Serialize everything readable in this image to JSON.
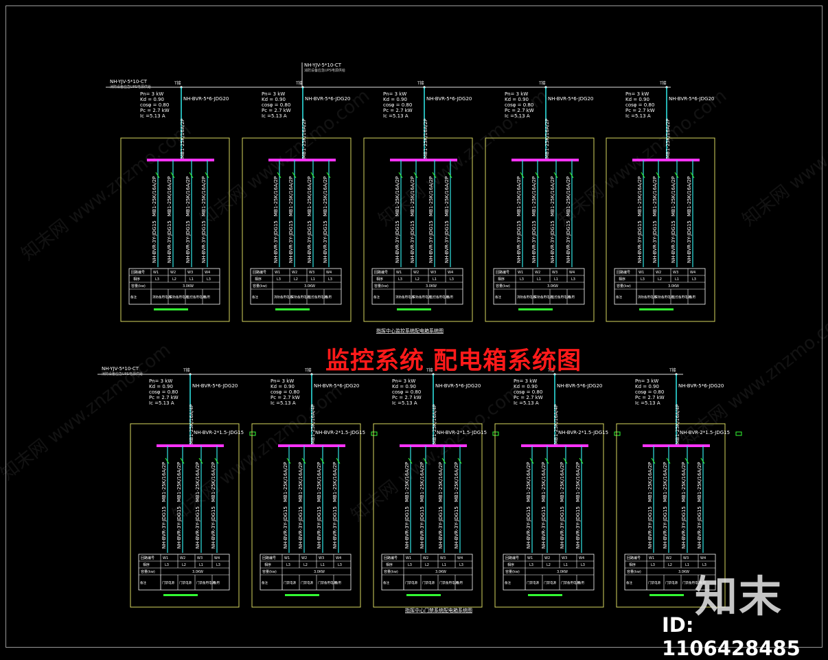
{
  "diagram": {
    "title": "监控系统 配电箱系统图",
    "brand": "知末",
    "id_text": "ID: 1106428485",
    "watermark_text": "知末网 www.znzmo.com",
    "sections": [
      {
        "top_cable": "NH-YJV-5*10-CT",
        "top_cable_note": "消防设备应急UPS电源供给",
        "left_cable": "NH-YJV-5*10-CT",
        "left_cable_note": "消防设备应急UPS电源供给",
        "subtitle": "指挥中心监控系统配电箱系统图",
        "feeder_cable": "NH-BVR-5*6-JDG20",
        "breaker_main": "MB1-25K/16A/2P",
        "panels": [
          {
            "loads": [
              "Pn= 3 kW",
              "Kd = 0.90",
              "cosφ = 0.80",
              "Pc = 2.7 kW",
              "Ic =5.13 A"
            ],
            "branch_labels": [
              "MB1-25K/16A/2P",
              "MB1-25K/16A/2P",
              "MB1-25K/16A/2P",
              "MB1-25K/16A/2P"
            ],
            "branch_cables": [
              "NH-BVR-3Y-JDG15",
              "NH-BVR-3Y-JDG15",
              "NH-BVR-3Y-JDG15",
              "NH-BVR-3Y-JDG15"
            ],
            "table": {
              "r1": [
                "回路编号",
                "W1",
                "W2",
                "W3",
                "W4"
              ],
              "r2": [
                "相序",
                "L3",
                "L2",
                "L1",
                "L3"
              ],
              "r3": [
                "容量(kw)",
                "3.0KW"
              ],
              "r4": [
                "备注",
                "消防备用电源",
                "安防备用电源",
                "监控备用电源",
                "备用"
              ]
            }
          },
          {
            "loads": [
              "Pn= 3 kW",
              "Kd = 0.90",
              "cosφ = 0.80",
              "Pc = 2.7 kW",
              "Ic =5.13 A"
            ],
            "branch_labels": [
              "MB1-25K/16A/2P",
              "MB1-25K/16A/2P",
              "MB1-25K/16A/2P",
              "MB1-25K/16A/2P"
            ],
            "branch_cables": [
              "NH-BVR-3Y-JDG15",
              "NH-BVR-3Y-JDG15",
              "NH-BVR-3Y-JDG15",
              "NH-BVR-3Y-JDG15"
            ],
            "table": {
              "r1": [
                "回路编号",
                "W1",
                "W2",
                "W3",
                "W4"
              ],
              "r2": [
                "相序",
                "L3",
                "L2",
                "L1",
                "L3"
              ],
              "r3": [
                "容量(kw)",
                "3.0KW"
              ],
              "r4": [
                "备注",
                "消防备用电源",
                "安防备用电源",
                "监控备用电源",
                "备用"
              ]
            }
          },
          {
            "loads": [
              "Pn= 3 kW",
              "Kd = 0.90",
              "cosφ = 0.80",
              "Pc = 2.7 kW",
              "Ic =5.13 A"
            ],
            "branch_labels": [
              "MB1-25K/16A/2P",
              "MB1-25K/16A/2P",
              "MB1-25K/16A/2P",
              "MB1-25K/16A/2P"
            ],
            "branch_cables": [
              "NH-BVR-3Y-JDG15",
              "NH-BVR-3Y-JDG15",
              "NH-BVR-3Y-JDG15",
              "NH-BVR-3Y-JDG15"
            ],
            "table": {
              "r1": [
                "回路编号",
                "W1",
                "W2",
                "W3",
                "W4"
              ],
              "r2": [
                "相序",
                "L3",
                "L2",
                "L1",
                "L3"
              ],
              "r3": [
                "容量(kw)",
                "3.0KW"
              ],
              "r4": [
                "备注",
                "消防备用电源",
                "安防备用电源",
                "监控备用电源",
                "备用"
              ]
            }
          },
          {
            "loads": [
              "Pn= 3 kW",
              "Kd = 0.90",
              "cosφ = 0.80",
              "Pc = 2.7 kW",
              "Ic =5.13 A"
            ],
            "branch_labels": [
              "MB1-25K/16A/2P",
              "MB1-25K/16A/2P",
              "MB1-25K/16A/2P",
              "MB1-25K/16A/2P"
            ],
            "branch_cables": [
              "NH-BVR-3Y-JDG15",
              "NH-BVR-3Y-JDG15",
              "NH-BVR-3Y-JDG15",
              "NH-BVR-3Y-JDG15"
            ],
            "table": {
              "r1": [
                "回路编号",
                "W1",
                "W2",
                "W3",
                "W4"
              ],
              "r2": [
                "相序",
                "L3",
                "L1",
                "L1",
                "L3"
              ],
              "r3": [
                "容量(kw)",
                "3.0KW"
              ],
              "r4": [
                "备注",
                "消防备用电源",
                "安防备用电源",
                "监控备用电源",
                "备用"
              ]
            }
          },
          {
            "loads": [
              "Pn= 3 kW",
              "Kd = 0.90",
              "cosφ = 0.80",
              "Pc = 2.7 kW",
              "Ic =5.13 A"
            ],
            "branch_labels": [
              "MB1-25K/16A/2P",
              "MB1-25K/16A/2P",
              "MB1-25K/16A/2P",
              "MB1-25K/16A/2P"
            ],
            "branch_cables": [
              "NH-BVR-3Y-JDG15",
              "NH-BVR-3Y-JDG15",
              "NH-BVR-3Y-JDG15",
              "NH-BVR-3Y-JDG15"
            ],
            "table": {
              "r1": [
                "回路编号",
                "W1",
                "W2",
                "W3",
                "W4"
              ],
              "r2": [
                "相序",
                "L3",
                "L2",
                "L1",
                "L3"
              ],
              "r3": [
                "容量(kw)",
                "3.0KW"
              ],
              "r4": [
                "备注",
                "消防备用电源",
                "安防备用电源",
                "监控备用电源",
                "备用"
              ]
            }
          }
        ]
      },
      {
        "left_cable": "NH-YJV-5*10-CT",
        "left_cable_note": "消防设备应急UPS电源供给",
        "subtitle": "指挥中心门禁系统配电箱系统图",
        "feeder_cable": "NH-BVR-5*6-JDG20",
        "feeder_cable_2": "NH-BVR-2*1.5-JDG15",
        "breaker_main": "MB1-25K/16A/4P",
        "panels": [
          {
            "loads": [
              "Pn= 3 kW",
              "Kd = 0.90",
              "cosφ = 0.80",
              "Pc = 2.7 kW",
              "Ic =5.13 A"
            ],
            "branch_labels": [
              "MB1-25K/16A/2P",
              "MB1-25K/16A/2P",
              "MB1-25K/16A/2P",
              "MB1-25K/16A/2P"
            ],
            "branch_cables": [
              "NH-BVR-3Y-JDG15",
              "NH-BVR-3Y-JDG15",
              "NH-BVR-3Y-JDG15",
              "NH-BVR-3Y-JDG15"
            ],
            "table": {
              "r1": [
                "回路编号",
                "W1",
                "W2",
                "W3",
                "W4"
              ],
              "r2": [
                "相序",
                "L3",
                "L2",
                "L1",
                "L3"
              ],
              "r3": [
                "容量(kw)",
                "3.0KW"
              ],
              "r4": [
                "备注",
                "门禁电源",
                "门禁电源",
                "门禁备用电源",
                "备用"
              ]
            }
          },
          {
            "loads": [
              "Pn= 3 kW",
              "Kd = 0.90",
              "cosφ = 0.80",
              "Pc = 2.7 kW",
              "Ic =5.13 A"
            ],
            "branch_labels": [
              "MB1-25K/16A/2P",
              "MB1-25K/16A/2P",
              "MB1-25K/16A/2P",
              "MB1-25K/16A/2P"
            ],
            "branch_cables": [
              "NH-BVR-3Y-JDG15",
              "NH-BVR-3Y-JDG15",
              "NH-BVR-3Y-JDG15",
              "NH-BVR-3Y-JDG15"
            ],
            "table": {
              "r1": [
                "回路编号",
                "W1",
                "W2",
                "W3",
                "W4"
              ],
              "r2": [
                "相序",
                "L3",
                "L2",
                "L1",
                "L3"
              ],
              "r3": [
                "容量(kw)",
                "3.0KW"
              ],
              "r4": [
                "备注",
                "门禁电源",
                "门禁电源",
                "门禁备用电源",
                "备用"
              ]
            }
          },
          {
            "loads": [
              "Pn= 3 kW",
              "Kd = 0.90",
              "cosφ = 0.80",
              "Pc = 2.7 kW",
              "Ic =5.13 A"
            ],
            "branch_labels": [
              "MB1-25K/16A/2P",
              "MB1-25K/16A/2P",
              "MB1-25K/16A/2P",
              "MB1-25K/16A/2P"
            ],
            "branch_cables": [
              "NH-BVR-3Y-JDG15",
              "NH-BVR-3Y-JDG15",
              "NH-BVR-3Y-JDG15",
              "NH-BVR-3Y-JDG15"
            ],
            "table": {
              "r1": [
                "回路编号",
                "W1",
                "W2",
                "W3",
                "W4"
              ],
              "r2": [
                "相序",
                "L3",
                "L2",
                "L1",
                "L3"
              ],
              "r3": [
                "容量(kw)",
                "3.0KW"
              ],
              "r4": [
                "备注",
                "门禁电源",
                "门禁电源",
                "门禁备用电源",
                "备用"
              ]
            }
          },
          {
            "loads": [
              "Pn= 3 kW",
              "Kd = 0.90",
              "cosφ = 0.80",
              "Pc = 2.7 kW",
              "Ic =5.13 A"
            ],
            "branch_labels": [
              "MB1-25K/16A/2P",
              "MB1-25K/16A/2P",
              "MB1-25K/16A/2P",
              "MB1-25K/16A/2P"
            ],
            "branch_cables": [
              "NH-BVR-3Y-JDG15",
              "NH-BVR-3Y-JDG15",
              "NH-BVR-3Y-JDG15",
              "NH-BVR-3Y-JDG15"
            ],
            "table": {
              "r1": [
                "回路编号",
                "W1",
                "W2",
                "W3",
                "W4"
              ],
              "r2": [
                "相序",
                "L3",
                "L2",
                "L1",
                "L3"
              ],
              "r3": [
                "容量(kw)",
                "3.0KW"
              ],
              "r4": [
                "备注",
                "门禁电源",
                "门禁电源",
                "门禁备用电源",
                "备用"
              ]
            }
          },
          {
            "loads": [
              "Pn= 3 kW",
              "Kd = 0.90",
              "cosφ = 0.80",
              "Pc = 2.7 kW",
              "Ic =5.13 A"
            ],
            "branch_labels": [
              "MB1-25K/16A/2P",
              "MB1-25K/16A/2P",
              "MB1-25K/16A/2P",
              "MB1-25K/16A/2P"
            ],
            "branch_cables": [
              "NH-BVR-3Y-JDG15",
              "NH-BVR-3Y-JDG15",
              "NH-BVR-3Y-JDG15",
              "NH-BVR-3Y-JDG15"
            ],
            "table": {
              "r1": [
                "回路编号",
                "W1",
                "W2",
                "W3",
                "W4"
              ],
              "r2": [
                "相序",
                "L3",
                "L2",
                "L1",
                "L3"
              ],
              "r3": [
                "容量(kw)",
                "3.0KW"
              ],
              "r4": [
                "备注",
                "门禁电源",
                "门禁电源",
                "门禁备用电源",
                "备用"
              ]
            }
          }
        ]
      }
    ],
    "node_label": "T接",
    "colors": {
      "background": "#000000",
      "box_border": "#d8d860",
      "busbar": "#ff33ff",
      "cyan_line": "#33e6e6",
      "green_line": "#33ff33",
      "feed_line": "#33ffff",
      "text": "#ffffff",
      "title": "#ff1a1a",
      "frame": "#9a9a9a"
    }
  }
}
